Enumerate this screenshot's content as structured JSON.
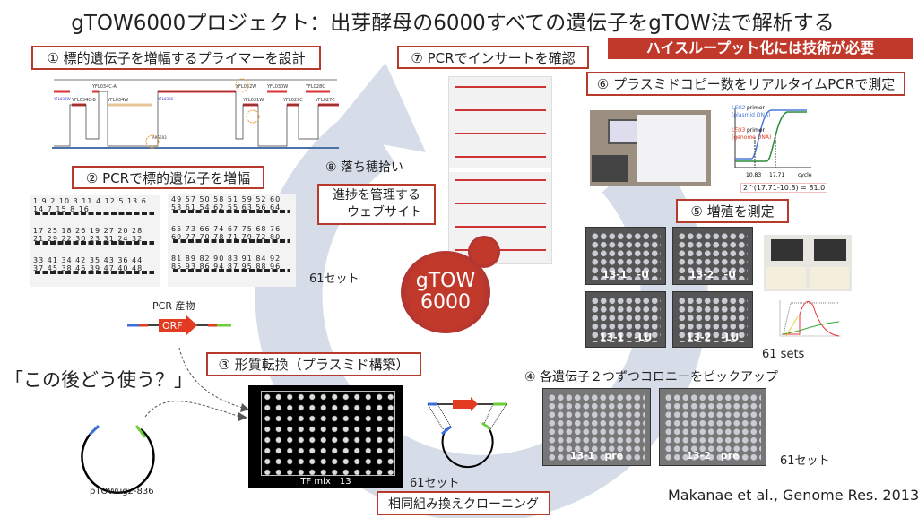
{
  "title": "gTOW6000プロジェクト：出芽酵母の6000すべての遺伝子をgTOW法で解析する",
  "banner": "ハイスループット化には技術が必要",
  "colors": {
    "accent_red": "#b83a2b",
    "banner_bg": "#c0392b",
    "cycle_arrow": "#d6dce8",
    "blue": "#3b6fe0",
    "green": "#6ccf3a",
    "orf": "#e23b22"
  },
  "steps": {
    "s1": "① 標的遺伝子を増幅するプライマーを設計",
    "s2": "② PCRで標的遺伝子を増幅",
    "s3": "③ 形質転換（プラスミド構築）",
    "s4": "④ 各遺伝子２つずつコロニーをピックアップ",
    "s5": "⑤ 増殖を測定",
    "s6": "⑥ プラスミドコピー数をリアルタイムPCRで測定",
    "s7": "⑦ PCRでインサートを確認",
    "s8": "⑧ 落ち穂拾い"
  },
  "website_box": {
    "line1": "進捗を管理する",
    "line2": "ウェブサイト"
  },
  "gene_map": {
    "genes": [
      "YFL036W",
      "YFL034C-B",
      "YFL034C-A",
      "YFL034W",
      "YFL033C",
      "YFL032W",
      "YFL031W",
      "YFL030W",
      "YFL029C",
      "YFL028C",
      "YFL027C"
    ],
    "ars": "ARS603"
  },
  "gels_left": [
    [
      "1",
      "9",
      "2",
      "10",
      "3",
      "11",
      "4",
      "12",
      "5",
      "13",
      "6",
      "14",
      "7",
      "15",
      "8",
      "16"
    ],
    [
      "17",
      "25",
      "18",
      "26",
      "19",
      "27",
      "20",
      "28",
      "21",
      "29",
      "22",
      "30",
      "23",
      "31",
      "24",
      "32"
    ],
    [
      "33",
      "41",
      "34",
      "42",
      "35",
      "43",
      "36",
      "44",
      "37",
      "45",
      "38",
      "46",
      "39",
      "47",
      "40",
      "48"
    ]
  ],
  "gels_right": [
    [
      "49",
      "57",
      "50",
      "58",
      "51",
      "59",
      "52",
      "60",
      "53",
      "61",
      "54",
      "62",
      "55",
      "63",
      "56",
      "64"
    ],
    [
      "65",
      "73",
      "66",
      "74",
      "67",
      "75",
      "68",
      "76",
      "69",
      "77",
      "70",
      "78",
      "71",
      "79",
      "72",
      "80"
    ],
    [
      "81",
      "89",
      "82",
      "90",
      "83",
      "91",
      "84",
      "92",
      "85",
      "93",
      "86",
      "94",
      "87",
      "95",
      "88",
      "96"
    ]
  ],
  "sets_jp": "61セット",
  "sets_en": "61 sets",
  "pcr_product": "PCR 産物",
  "orf": "ORF",
  "question": "「この後どう使う？」",
  "plasmid": "pTOWug2-836",
  "tf_plate": "TF mix　13",
  "cloning": "相同組み換えクローニング",
  "pick_plates": [
    "13-1　pre",
    "13-2　pre"
  ],
  "growth_plates": [
    "13-1　-U",
    "13-2　-U",
    "13-1　-LU",
    "13-2　-LU"
  ],
  "qpcr": {
    "leu2": "LEU2",
    "leu2_sub": "(plasmid DNA)",
    "leu3": "LEU3",
    "leu3_sub": "(genome DNA)",
    "primer": "primer",
    "x1": "10.83",
    "x2": "17.71",
    "xlabel": "cycle",
    "formula": "2^(17.71-10.8) = 81.0"
  },
  "logo": {
    "line1": "gTOW",
    "line2": "6000"
  },
  "citation": "Makanae et al., Genome Res. 2013"
}
